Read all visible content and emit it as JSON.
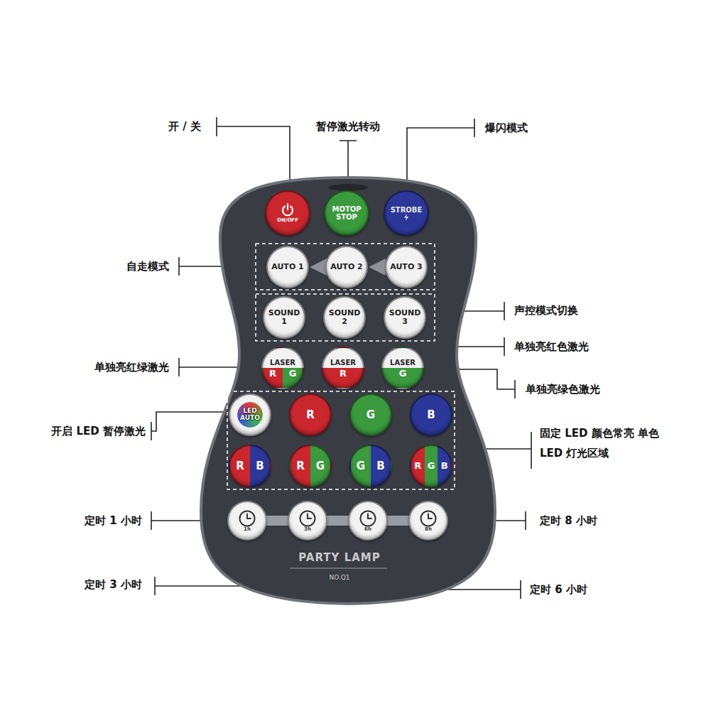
{
  "diagram": {
    "nodes": [
      {
        "text": [
          "PARTY LAMP",
          "NO.Q1"
        ]
      },
      {
        "text": [
          "ON/OFF"
        ],
        "in": 0
      },
      {
        "text": [
          "MOTOP STOP"
        ],
        "in": 0
      },
      {
        "text": [
          "STROBE"
        ],
        "in": 0
      },
      {
        "text": [
          "AUTO 1"
        ],
        "in": 0
      },
      {
        "text": [
          "AUTO 2"
        ],
        "in": 0
      },
      {
        "text": [
          "AUTO 3"
        ],
        "in": 0
      },
      {
        "text": [
          "SOUND 1"
        ],
        "in": 0
      },
      {
        "text": [
          "SOUND 2"
        ],
        "in": 0
      },
      {
        "text": [
          "SOUND 3"
        ],
        "in": 0
      },
      {
        "text": [
          "LASER",
          "R",
          "G"
        ],
        "in": 0
      },
      {
        "text": [
          "LASER",
          "R"
        ],
        "in": 0
      },
      {
        "text": [
          "LASER",
          "G"
        ],
        "in": 0
      },
      {
        "text": [
          "LED AUTO"
        ],
        "in": 0
      },
      {
        "text": [
          "R"
        ],
        "in": 0
      },
      {
        "text": [
          "G"
        ],
        "in": 0
      },
      {
        "text": [
          "B"
        ],
        "in": 0
      },
      {
        "text": [
          "R",
          "B"
        ],
        "in": 0
      },
      {
        "text": [
          "R",
          "G"
        ],
        "in": 0
      },
      {
        "text": [
          "G",
          "B"
        ],
        "in": 0
      },
      {
        "text": [
          "R",
          "G",
          "B"
        ],
        "in": 0
      },
      {
        "text": [
          "1h"
        ],
        "in": 0
      },
      {
        "text": [
          "3h"
        ],
        "in": 0
      },
      {
        "text": [
          "6h"
        ],
        "in": 0
      },
      {
        "text": [
          "8h"
        ],
        "in": 0
      }
    ],
    "labels": [
      "开 / 关",
      "暂停激光转动",
      "爆闪模式",
      "自走模式",
      "声控模式切换",
      "单独亮红色激光",
      "单独亮红绿激光",
      "单独亮绿色激光",
      "开启 LED 暂停激光",
      "固定 LED 颜色常亮 单色 LED 灯光区域",
      "定时 1 小时",
      "定时 8 小时",
      "定时 3 小时",
      "定时 6 小时"
    ]
  }
}
